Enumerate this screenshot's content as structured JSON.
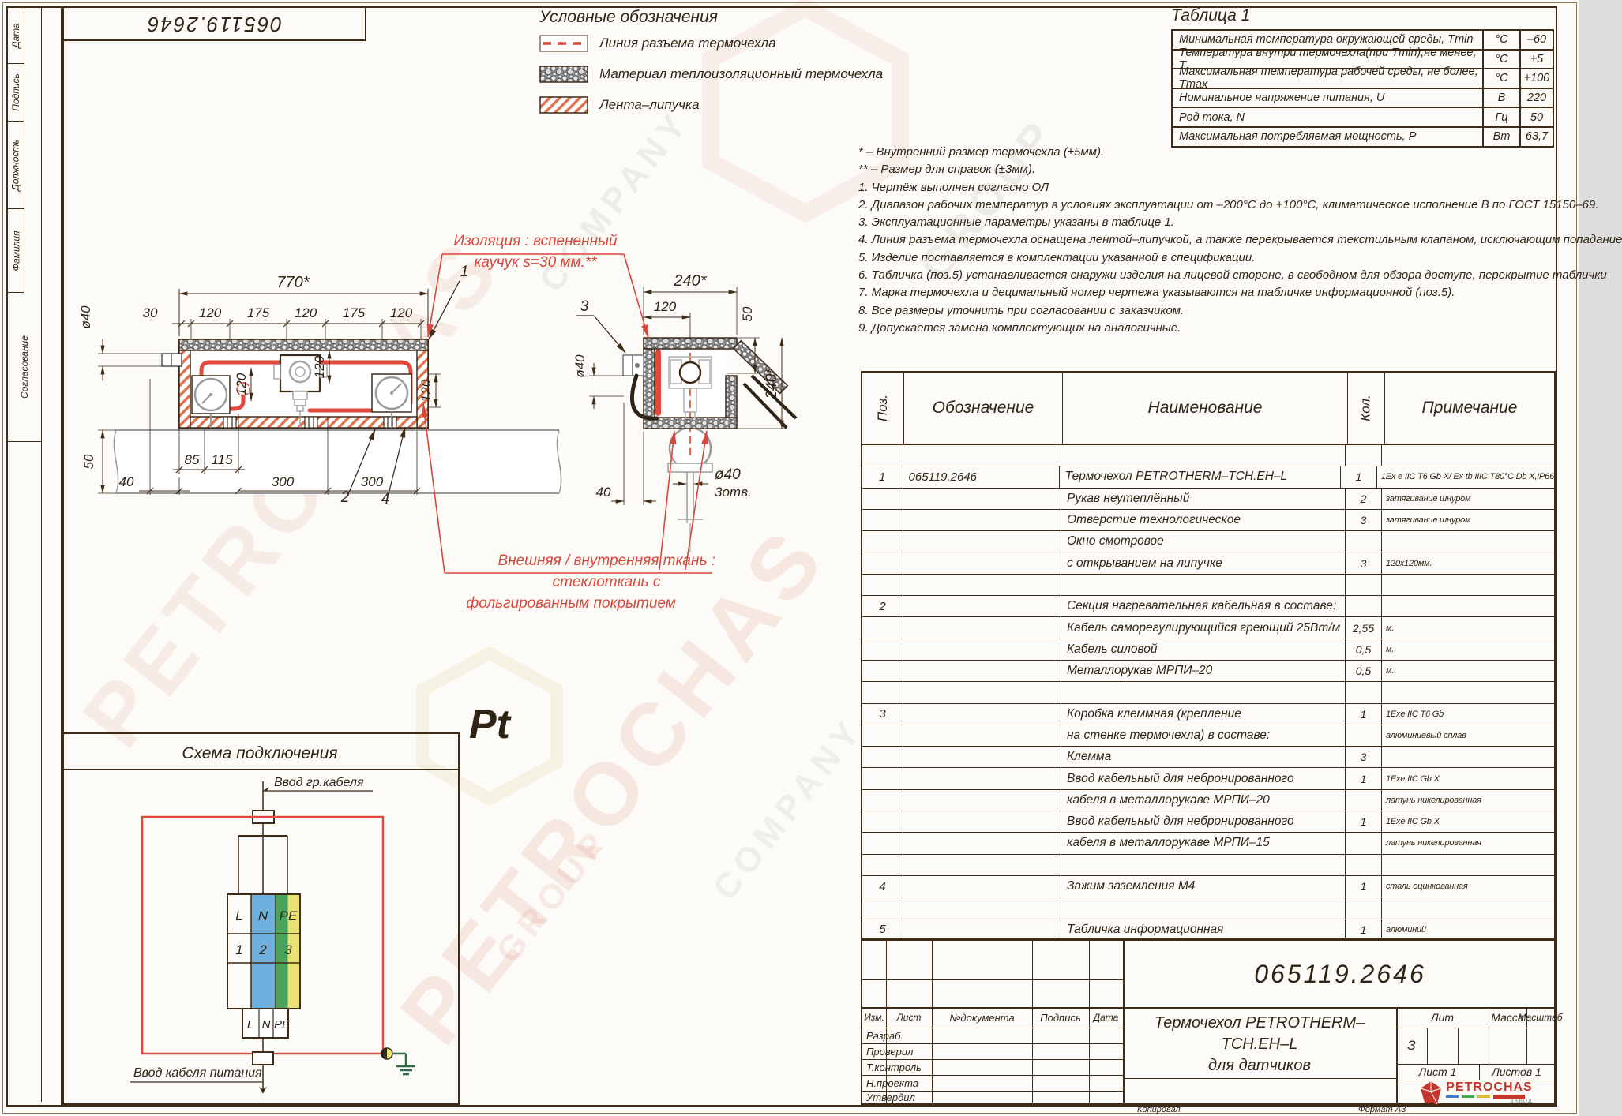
{
  "stamp_number": "065119.2646",
  "side_column": {
    "items": [
      "Дата",
      "Подпись",
      "Должность",
      "Фамилия",
      "Согласование"
    ]
  },
  "legend": {
    "title": "Условные обозначения",
    "items": [
      {
        "icon": "dashed-line-swatch",
        "label": "Линия разъема термочехла"
      },
      {
        "icon": "insulation-swatch",
        "label": "Материал теплоизоляционный термочехла"
      },
      {
        "icon": "velcro-swatch",
        "label": "Лента–липучка"
      }
    ]
  },
  "table1": {
    "title": "Таблица 1",
    "rows": [
      {
        "param": "Минимальная температура окружающей среды, Tmin",
        "unit": "°С",
        "value": "–60"
      },
      {
        "param": "Температура внутри термочехла(при Tmin),не менее, Т",
        "unit": "°С",
        "value": "+5"
      },
      {
        "param": "Максимальная температура рабочей среды, не более, Tmax",
        "unit": "°С",
        "value": "+100"
      },
      {
        "param": "Номинальное напряжение питания, U",
        "unit": "В",
        "value": "220"
      },
      {
        "param": "Род тока, N",
        "unit": "Гц",
        "value": "50"
      },
      {
        "param": "Максимальная потребляемая мощность, Р",
        "unit": "Вт",
        "value": "63,7"
      }
    ]
  },
  "notes": [
    "* – Внутренний размер термочехла (±5мм).",
    "** – Размер для справок (±3мм).",
    "1. Чертёж выполнен согласно ОЛ",
    "2. Диапазон рабочих температур в условиях эксплуатации от –200°С до +100°С, климатическое исполнение В по ГОСТ 15150–69.",
    "3. Эксплуатационные параметры указаны в таблице 1.",
    "4. Линия разъема термочехла оснащена лентой–липучкой, а также перекрывается текстильным клапаном, исключающим попадание",
    "5. Изделие поставляется в комплектации указанной в спецификации.",
    "6. Табличка (поз.5) устанавливается снаружи изделия на лицевой стороне, в свободном для обзора доступе, перекрытие таблички",
    "7. Марка термочехла и децимальный номер чертежа указываются на табличке информационной (поз.5).",
    "8. Все размеры уточнить при согласовании с заказчиком.",
    "9. Допускается замена комплектующих на аналогичные."
  ],
  "red_notes": {
    "insulation": [
      "Изоляция : вспененный",
      "каучук  s=30 мм.**"
    ],
    "fabric": [
      "Внешняя / внутренняя ткань :",
      "стеклоткань с",
      "фольгированным покрытием"
    ]
  },
  "drawing": {
    "left_view": {
      "dim_width": "770*",
      "dims_top": [
        "30",
        "120",
        "175",
        "120",
        "175",
        "120"
      ],
      "dims_vertical": [
        "120",
        "120",
        "120"
      ],
      "dim_phi": "ø40",
      "dim_50": "50",
      "dim_40": "40",
      "dim_85": "85",
      "dim_115": "115",
      "dim_300a": "300",
      "dim_300b": "300",
      "callout_1": "1",
      "callout_2": "2",
      "callout_4": "4"
    },
    "right_view": {
      "dim_width": "240*",
      "dim_120": "120",
      "dim_50": "50",
      "dim_phi_left": "ø40",
      "dim_height": "240*",
      "dim_40": "40",
      "dim_phi_bottom": "ø40",
      "dim_holes": "3отв.",
      "callout_3": "3"
    }
  },
  "schema": {
    "title": "Схема подключения",
    "label_top": "Ввод гр.кабеля",
    "label_bottom": "Ввод кабеля питания",
    "terminals_top": [
      "L",
      "N",
      "PE"
    ],
    "terminals_mid": [
      "1",
      "2",
      "3"
    ],
    "terminals_bottom": [
      "L",
      "N",
      "PE"
    ]
  },
  "spec": {
    "headers": {
      "pos": "Поз.",
      "designation": "Обозначение",
      "name": "Наименование",
      "qty": "Кол.",
      "note": "Примечание"
    },
    "rows": [
      {},
      {
        "p": "1",
        "d": "065119.2646",
        "n": "Термочехол PETROTHERM–TCH.EH–L",
        "q": "1",
        "t": "1Ex e IIC T6 Gb X/ Ex tb IIIC T80°C Db X,IP66"
      },
      {
        "n": "Рукав неутеплённый",
        "q": "2",
        "t": "затягивание шнуром"
      },
      {
        "n": "Отверстие технологическое",
        "q": "3",
        "t": "затягивание шнуром"
      },
      {
        "n": "Окно смотровое"
      },
      {
        "n": "с открыванием на липучке",
        "q": "3",
        "t": "120х120мм."
      },
      {},
      {
        "p": "2",
        "n": "Секция нагревательная кабельная в составе:"
      },
      {
        "n": "Кабель саморегулирующийся греющий 25Вт/м",
        "q": "2,55",
        "t": "м."
      },
      {
        "n": "Кабель силовой",
        "q": "0,5",
        "t": "м."
      },
      {
        "n": "Металлорукав МРПИ–20",
        "q": "0,5",
        "t": "м."
      },
      {},
      {
        "p": "3",
        "n": "Коробка клеммная (крепление",
        "q": "1",
        "t": "1Exe IIC T6 Gb"
      },
      {
        "n": "на стенке термочехла) в составе:",
        "t": "алюминиевый сплав"
      },
      {
        "n": "Клемма",
        "q": "3"
      },
      {
        "n": "Ввод кабельный для небронированного",
        "q": "1",
        "t": "1Exe IIC Gb X"
      },
      {
        "n": "кабеля в металлорукаве МРПИ–20",
        "t": "латунь никелированная"
      },
      {
        "n": "Ввод кабельный для небронированного",
        "q": "1",
        "t": "1Exe IIC Gb X"
      },
      {
        "n": "кабеля в металлорукаве МРПИ–15",
        "t": "латунь никелированная"
      },
      {},
      {
        "p": "4",
        "n": "Зажим заземления М4",
        "q": "1",
        "t": "сталь оцинкованная"
      },
      {},
      {
        "p": "5",
        "n": "Табличка информационная",
        "q": "1",
        "t": "алюминий"
      }
    ]
  },
  "titleblock": {
    "doc_number": "065119.2646",
    "title_line1": "Термочехол PETROTHERM–TCH.EH–L",
    "title_line2": "для датчиков",
    "header_cells": [
      "Изм.",
      "Лист",
      "№документа",
      "Подпись",
      "Дата"
    ],
    "left_labels": [
      "Разраб.",
      "Проверил",
      "Т.контроль",
      "Н.проекта",
      "Утвердил"
    ],
    "lit_label": "Лит",
    "mass_label": "Масса",
    "scale_label": "Масштаб",
    "lit_value": "З",
    "sheet_label": "Лист 1",
    "sheets_label": "Листов  1",
    "logo_name": "PETROCHAS",
    "logo_sub": "ЗАВОД"
  },
  "footer": {
    "copy_label": "Копировал",
    "format_label": "Формат А3"
  },
  "watermarks": [
    "PETROCHAS",
    "PETROCHAS",
    "GROUP",
    "COMPANY",
    "COMPANY",
    "GROUP"
  ],
  "colors": {
    "line": "#3e2b18",
    "red_accent": "#d9463b",
    "cable_red": "#e0493c",
    "hatch_orange": "#e2714b",
    "terminal_blue": "#6db0dd",
    "terminal_green": "#49a45b",
    "terminal_yellow": "#e9e273",
    "logo_red": "#c5352b"
  }
}
